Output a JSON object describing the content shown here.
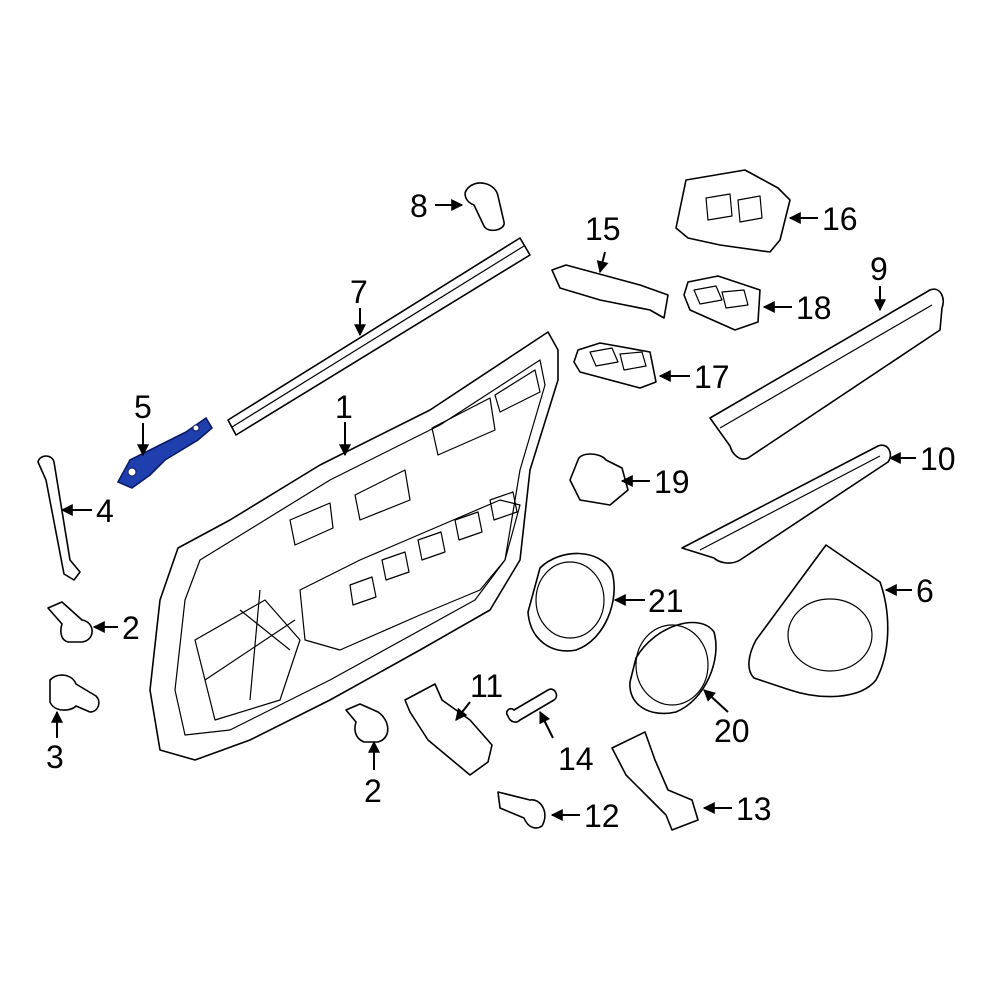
{
  "diagram": {
    "highlight_color": "#1f3fae",
    "callouts": {
      "c1": "1",
      "c2a": "2",
      "c2b": "2",
      "c3": "3",
      "c4": "4",
      "c5": "5",
      "c6": "6",
      "c7": "7",
      "c8": "8",
      "c9": "9",
      "c10": "10",
      "c11": "11",
      "c12": "12",
      "c13": "13",
      "c14": "14",
      "c15": "15",
      "c16": "16",
      "c17": "17",
      "c18": "18",
      "c19": "19",
      "c20": "20",
      "c21": "21"
    }
  }
}
